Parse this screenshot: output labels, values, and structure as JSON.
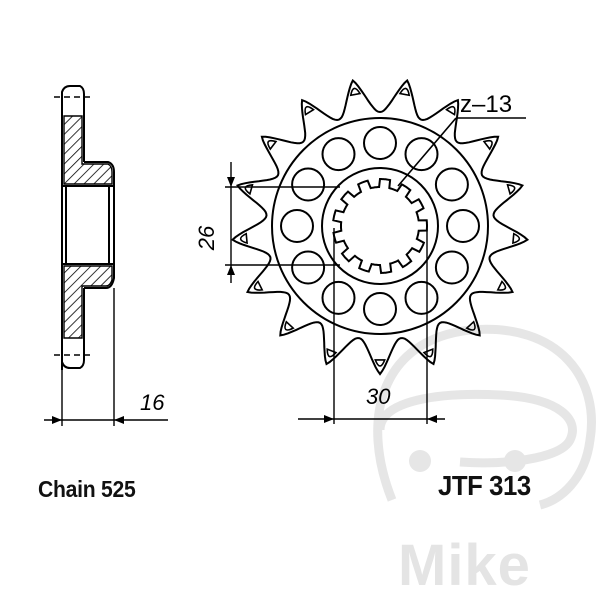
{
  "drawing": {
    "part_number": "JTF 313",
    "chain": "Chain 525",
    "teeth_label": "z–13",
    "teeth_count": 13,
    "dimensions": {
      "hub_width": "16",
      "spline_height": "26",
      "spline_width": "30"
    }
  },
  "watermark": {
    "text": "Mike",
    "color": "#e4e4e4"
  },
  "colors": {
    "line": "#000000",
    "background": "#ffffff"
  }
}
